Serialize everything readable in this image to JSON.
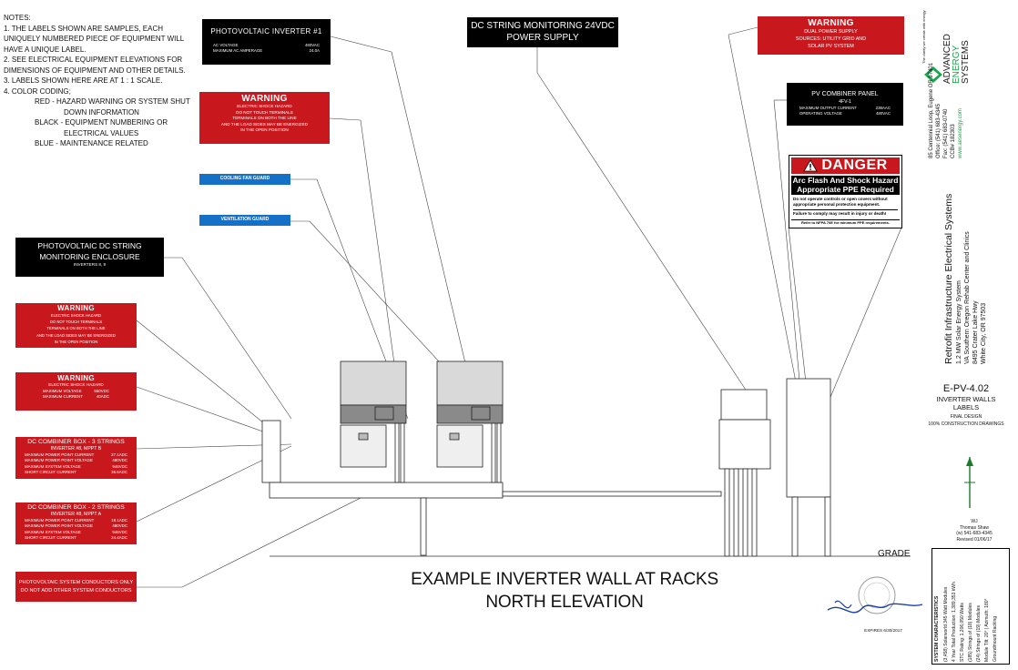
{
  "notes": {
    "heading": "NOTES:",
    "lines": [
      "1. THE LABELS SHOWN ARE SAMPLES, EACH",
      "UNIQUELY NUMBERED PIECE OF EQUIPMENT WILL",
      "HAVE A UNIQUE LABEL.",
      "2. SEE ELECTRICAL EQUIPMENT ELEVATIONS FOR",
      "DIMENSIONS OF EQUIPMENT AND OTHER DETAILS.",
      "3. LABELS SHOWN HERE ARE AT 1 : 1 SCALE.",
      "4. COLOR CODING;"
    ],
    "color_coding": [
      "RED - HAZARD WARNING OR SYSTEM SHUT",
      "DOWN INFORMATION",
      "BLACK - EQUIPMENT NUMBERING OR",
      "ELECTRICAL VALUES",
      "BLUE - MAINTENANCE RELATED"
    ]
  },
  "labels": {
    "inverter": {
      "title": "PHOTOVOLTAIC INVERTER #1",
      "rows": [
        [
          "AC VOLTAGE",
          "480VAC"
        ],
        [
          "MAXIMUM AC AMPERAGE",
          "24.0A"
        ]
      ]
    },
    "warning_terminals": {
      "title": "WARNING",
      "lines": [
        "ELECTRIC SHOCK HAZARD",
        "DO NOT TOUCH TERMINALS",
        "TERMINALS ON BOTH THE LINE",
        "AND THE LOAD SIDES MAY BE ENERGIZED",
        "IN THE OPEN POSITION"
      ]
    },
    "cooling_fan_guard": "COOLING FAN GUARD",
    "ventilation_guard": "VENTILATION GUARD",
    "string_monitoring": {
      "line1": "PHOTOVOLTAIC DC STRING",
      "line2": "MONITORING ENCLOSURE",
      "sub": "INVERTERS 8, 9"
    },
    "warning_small": {
      "title": "WARNING",
      "lines": [
        "ELECTRIC SHOCK HAZARD",
        "DO NOT TOUCH TERMINALS",
        "TERMINALS ON BOTH THE LINE",
        "AND THE LOAD SIDES MAY BE ENERGIZED",
        "IN THE OPEN POSITION"
      ]
    },
    "warning_voltage": {
      "title": "WARNING",
      "lines": [
        "ELECTRIC SHOCK HAZARD"
      ],
      "rows": [
        [
          "MAXIMUM VOLTAGE",
          "550VDC"
        ],
        [
          "MAXIMUM CURRENT",
          "40ADC"
        ]
      ]
    },
    "combiner_3": {
      "title": "DC COMBINER BOX - 3 STRINGS",
      "sub": "INVERTER #8, MPPT B",
      "rows": [
        [
          "MAXIMUM POWER POINT CURRENT",
          "27.1ADC"
        ],
        [
          "MAXIMUM POWER POINT VOLTAGE",
          "480VDC"
        ],
        [
          "MAXIMUM SYSTEM VOLTAGE",
          "946VDC"
        ],
        [
          "SHORT CIRCUIT CURRENT",
          "36.6ADC"
        ]
      ]
    },
    "combiner_2": {
      "title": "DC COMBINER BOX - 2 STRINGS",
      "sub": "INVERTER #8, MPPT A",
      "rows": [
        [
          "MAXIMUM POWER POINT CURRENT",
          "18.1ADC"
        ],
        [
          "MAXIMUM POWER POINT VOLTAGE",
          "480VDC"
        ],
        [
          "MAXIMUM SYSTEM VOLTAGE",
          "946VDC"
        ],
        [
          "SHORT CIRCUIT CURRENT",
          "24.4ADC"
        ]
      ]
    },
    "pv_conductors": {
      "line1": "PHOTOVOLTAIC SYSTEM CONDUCTORS ONLY",
      "line2": "DO NOT ADD OTHER SYSTEM CONDUCTORS"
    },
    "dc_string_power": {
      "line1": "DC STRING MONITORING 24VDC",
      "line2": "POWER SUPPLY"
    },
    "warning_dual": {
      "title": "WARNING",
      "lines": [
        "DUAL POWER SUPPLY",
        "SOURCES: UTILITY GRID AND",
        "SOLAR PV SYSTEM"
      ]
    },
    "pv_combiner_panel": {
      "title": "PV COMBINER PANEL",
      "sub": "4FV-1",
      "rows": [
        [
          "MAXIMUM OUTPUT CURRENT",
          "238AAC"
        ],
        [
          "OPERATING VOLTAGE",
          "480VAC"
        ]
      ]
    },
    "danger": {
      "title": "DANGER",
      "line1": "Arc Flash And Shock Hazard",
      "line2": "Appropriate PPE Required",
      "body1": "Do not operate controls or open covers without",
      "body2": "appropriate personal protection equipment.",
      "body3": "Failure to comply may result in injury or death!",
      "footer": "Refer to NFPA 70E for minimum PPE requirements."
    }
  },
  "drawing": {
    "title_line1": "EXAMPLE INVERTER WALL AT RACKS",
    "title_line2": "NORTH ELEVATION",
    "grade": "GRADE"
  },
  "titleblock": {
    "company_line1": "ADVANCED",
    "company_line2": "ENERGY",
    "company_line3": "SYSTEMS",
    "tagline": "The clarity we create with energy.",
    "address": [
      "85 Centennial Loop, Eugene OR 97401",
      "Office: (541) 683-4345",
      "Fax: (541) 683-0740",
      "CCB# 182303",
      "www.aesenergy.com"
    ],
    "project_title": "Retrofit Infrastructure Electrical Systems",
    "project_lines": [
      "1.2 MW Solar Energy System",
      "VA Southern Oregon Rehab Center and Clinics",
      "8495 Crater Lake Hwy",
      "White City, OR 97503"
    ],
    "sheet_number": "E-PV-4.02",
    "sheet_title_1": "INVERTER WALLS",
    "sheet_title_2": "LABELS",
    "status_1": "FINAL DESIGN",
    "status_2": "100% CONSTRUCTION DRAWINGS",
    "engineer_initials": "WJ",
    "engineer_name": "Thomas Shaw",
    "engineer_phone": "(w) 541-683-4345",
    "revised": "Revised 01/06/17",
    "expires": "EXPIRES 6/30/2017",
    "system_characteristics": [
      "SYSTEM CHARACTERISTICS",
      "(3,458) Solarworld 345 Watt Modules",
      "4 Year Total Production: 1,389,353 kWh",
      "STC Rating: 1,206,050 Watts",
      "(185) Strings of (18) Modules",
      "(24) Strings of (19) Modules",
      "Module Tilt: 20° | Azimuth: 180°",
      "Groundmount Racking"
    ]
  }
}
